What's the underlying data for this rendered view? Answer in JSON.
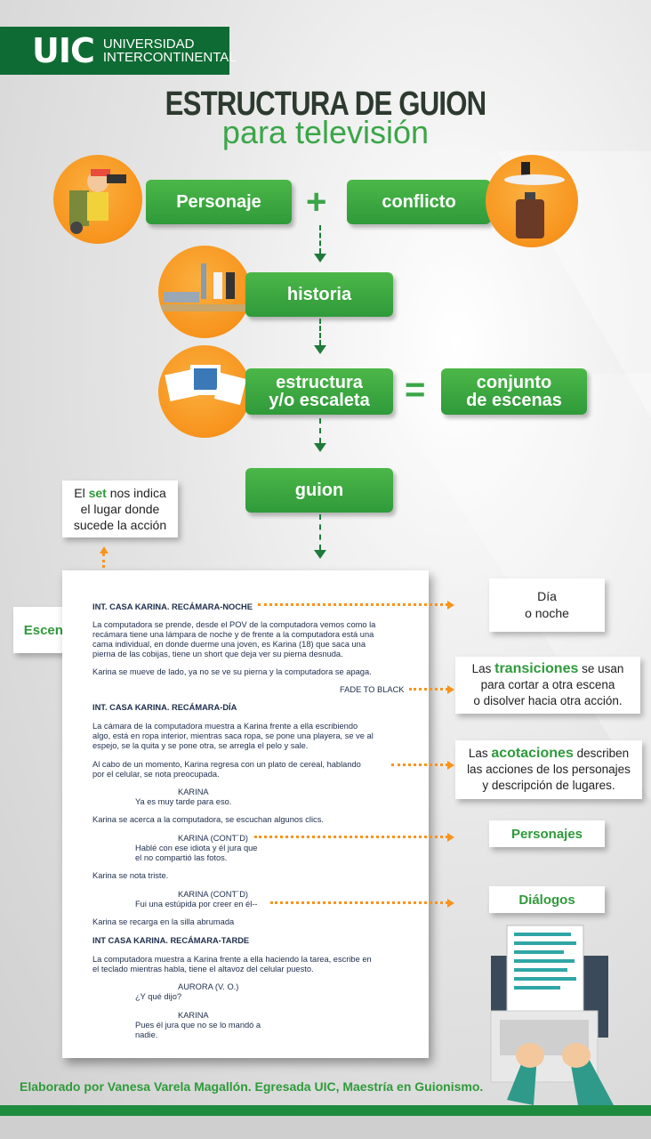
{
  "logo": {
    "mark": "UIC",
    "line1": "UNIVERSIDAD",
    "line2": "INTERCONTINENTAL"
  },
  "title": {
    "line1": "ESTRUCTURA DE GUION",
    "line2": "para televisión"
  },
  "flow": {
    "personaje": "Personaje",
    "plus": "+",
    "conflicto": "conflicto",
    "historia": "historia",
    "estructura_line1": "estructura",
    "estructura_line2": "y/o escaleta",
    "equals": "=",
    "conjunto_line1": "conjunto",
    "conjunto_line2": "de escenas",
    "guion": "guion"
  },
  "notes": {
    "set_pre": "El ",
    "set_hl": "set",
    "set_post": " nos indica",
    "set_line2": "el lugar donde",
    "set_line3": "sucede la acción",
    "escena": "Escena",
    "dia_line1": "Día",
    "dia_line2": "o noche",
    "trans_pre": "Las ",
    "trans_hl": "transiciones",
    "trans_post": " se usan",
    "trans_line2": "para cortar a otra escena",
    "trans_line3": "o disolver hacia otra acción.",
    "acot_pre": "Las ",
    "acot_hl": "acotaciones",
    "acot_post": " describen",
    "acot_line2": "las acciones de los personajes",
    "acot_line3": "y descripción de lugares.",
    "personajes": "Personajes",
    "dialogos": "Diálogos"
  },
  "script": {
    "l1": "INT. CASA KARINA. RECÁMARA-NOCHE",
    "l2": "La computadora se prende, desde el POV de la computadora vemos como la",
    "l3": "recámara tiene una lámpara de noche y de frente a la computadora está una",
    "l4": "cama individual, en donde duerme una joven, es Karina (18) que saca una",
    "l5": "pierna de las cobijas, tiene un short que deja ver su pierna desnuda.",
    "l6": "Karina se mueve de lado, ya no se ve su pierna y la computadora se apaga.",
    "l7": "FADE TO BLACK",
    "l8": "INT. CASA KARINA. RECÁMARA-DÍA",
    "l9": "La cámara de la computadora muestra a Karina frente a ella escribiendo",
    "l10": "algo, está en ropa interior, mientras  saca ropa, se pone una playera, se ve al",
    "l11": "espejo, se la quita y se pone otra, se arregla el pelo y sale.",
    "l12": "Al cabo de un momento, Karina regresa con un plato de cereal, hablando",
    "l13": "por el celular, se nota preocupada.",
    "l14": "KARINA",
    "l15": "Ya es muy tarde para eso.",
    "l16": "Karina se acerca a la computadora, se escuchan algunos clics.",
    "l17": "KARINA (CONT´D)",
    "l18": "Hablé con ese idiota y él jura que",
    "l19": "el no compartió las fotos.",
    "l20": "Karina se nota triste.",
    "l21": "KARINA (CONT´D)",
    "l22": "Fui una estúpida por creer en él--",
    "l23": "Karina se recarga en la silla abrumada",
    "l24": "INT CASA KARINA. RECÁMARA-TARDE",
    "l25": "La computadora muestra a Karina frente a ella haciendo la tarea, escribe en",
    "l26": "el teclado mientras habla, tiene el altavoz del celular puesto.",
    "l27": "AURORA (V. O.)",
    "l28": "¿Y qué dijo?",
    "l29": "KARINA",
    "l30": "Pues él jura que no se lo mandó a",
    "l31": "nadie."
  },
  "footer": "Elaborado por Vanesa Varela Magallón. Egresada UIC, Maestría en Guionismo.",
  "colors": {
    "green": "#3aa648",
    "dark_green": "#0f6b34",
    "orange": "#f7941d"
  }
}
